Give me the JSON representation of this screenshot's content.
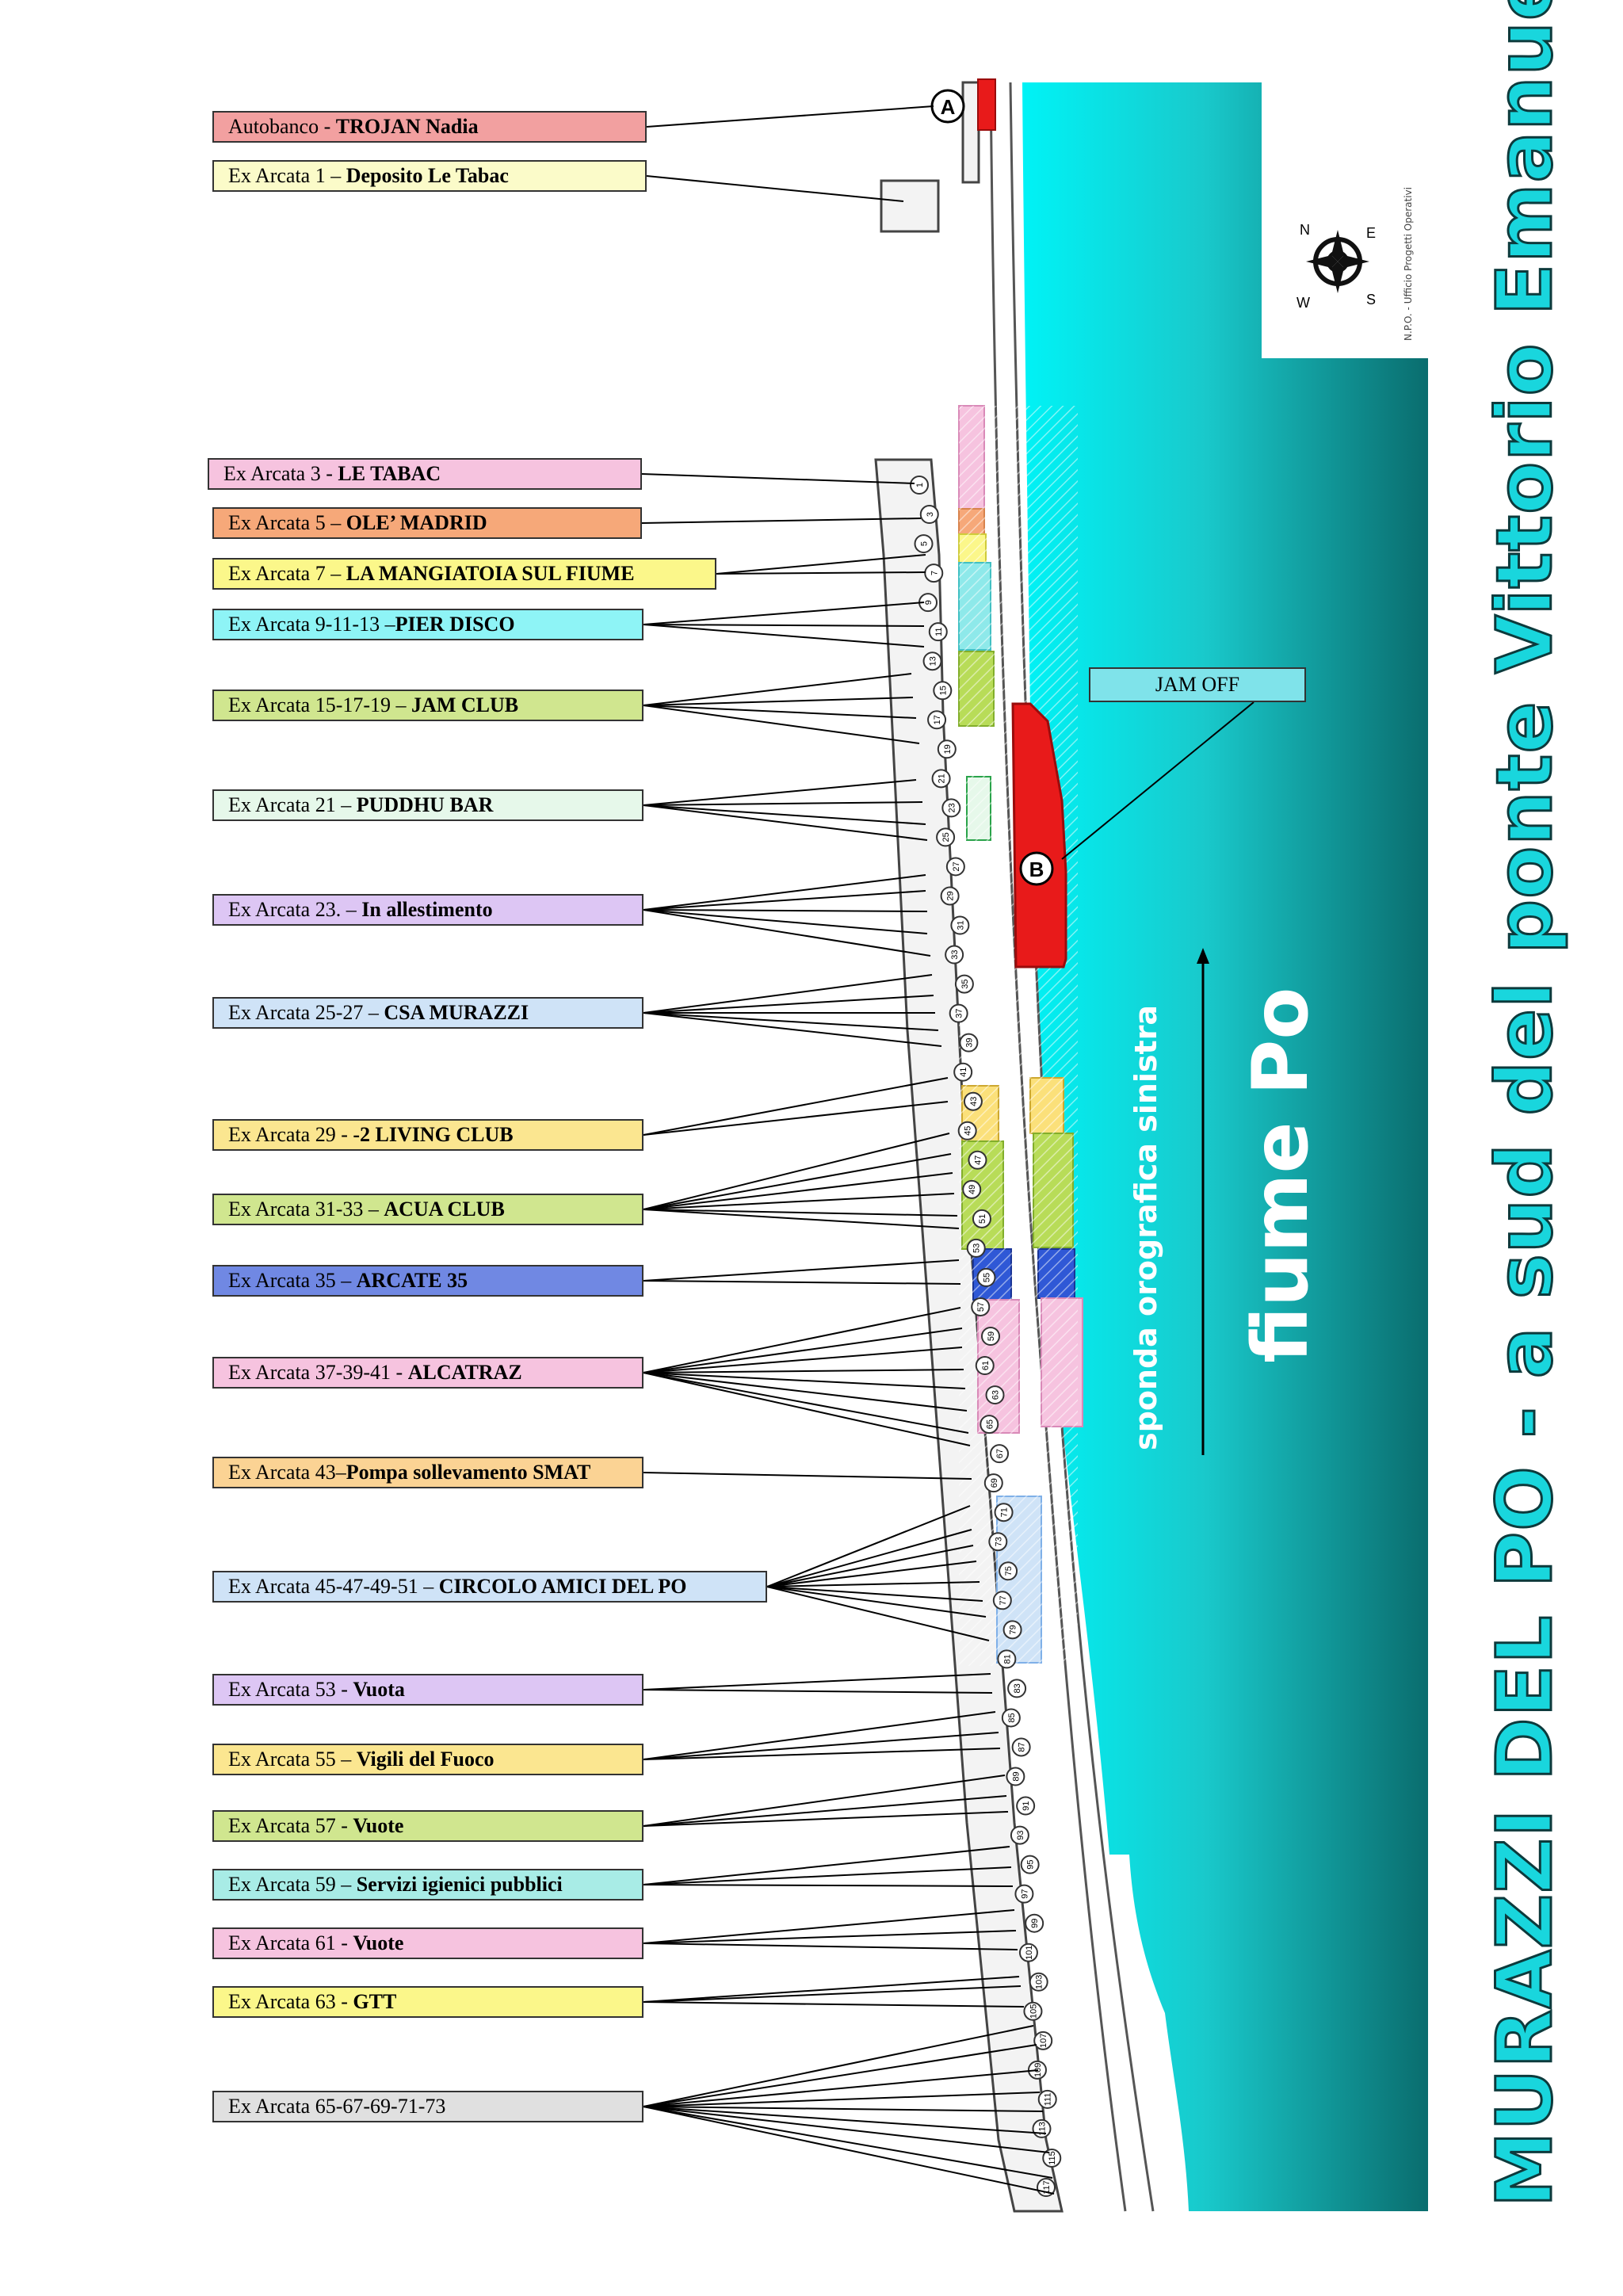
{
  "title": "MURAZZI DEL PO -  a sud del ponte Vittorio Emanuele I°",
  "river": {
    "name": "fiume Po",
    "bank": "sponda orografica sinistra"
  },
  "office": "N.P.O. - Ufficio Progetti Operativi",
  "compass": [
    "N",
    "E",
    "S",
    "W"
  ],
  "markers": {
    "a": "A",
    "b": "B"
  },
  "jam_off": "JAM OFF",
  "colors": {
    "water": "#00f2f5",
    "water_dark": "#0b6e6f",
    "pink": "#f6c3df",
    "salmon": "#f6a879",
    "yellow": "#fbf78a",
    "cyan": "#8ef4f6",
    "lime": "#d0e68f",
    "mint": "#e6f8ea",
    "lavender": "#ddc6f4",
    "lightblue": "#cfe3f7",
    "gold": "#fbe690",
    "blue": "#7088e3",
    "peach": "#fbd394",
    "grey": "#e0e0e0",
    "red": "#e81a1a",
    "cream": "#fbfbc9"
  },
  "labels": [
    {
      "prefix": "Autobanco - ",
      "bold": "TROJAN Nadia",
      "color": "#f2a0a0"
    },
    {
      "prefix": "Ex Arcata 1 – ",
      "bold": "Deposito Le Tabac",
      "color": "#fbfbc9"
    },
    {
      "prefix": "Ex Arcata 3 - ",
      "bold": "LE TABAC",
      "color": "#f6c3df"
    },
    {
      "prefix": "Ex Arcata 5 – ",
      "bold": "OLE’ MADRID",
      "color": "#f6a879"
    },
    {
      "prefix": "Ex Arcata 7 – ",
      "bold": "LA MANGIATOIA SUL FIUME",
      "color": "#fbf78a"
    },
    {
      "prefix": "Ex Arcata 9-11-13 –",
      "bold": "PIER DISCO",
      "color": "#8ef4f6"
    },
    {
      "prefix": "Ex Arcata 15-17-19 – ",
      "bold": "JAM CLUB",
      "color": "#d0e68f"
    },
    {
      "prefix": "Ex Arcata 21 – ",
      "bold": "PUDDHU BAR",
      "color": "#e6f8ea"
    },
    {
      "prefix": "Ex Arcata 23. – ",
      "bold": "In allestimento",
      "color": "#ddc6f4"
    },
    {
      "prefix": "Ex Arcata 25-27 – ",
      "bold": "CSA MURAZZI",
      "color": "#cfe3f7"
    },
    {
      "prefix": "Ex Arcata 29 - ",
      "bold": "-2 LIVING CLUB",
      "color": "#fbe690"
    },
    {
      "prefix": "Ex Arcata 31-33 – ",
      "bold": "ACUA CLUB",
      "color": "#d0e68f"
    },
    {
      "prefix": "Ex Arcata 35 – ",
      "bold": "ARCATE 35",
      "color": "#7088e3"
    },
    {
      "prefix": "Ex Arcata 37-39-41 - ",
      "bold": "ALCATRAZ",
      "color": "#f6c3df"
    },
    {
      "prefix": "Ex Arcata 43–",
      "bold": "Pompa sollevamento SMAT",
      "color": "#fbd394"
    },
    {
      "prefix": "Ex Arcata 45-47-49-51 – ",
      "bold": "CIRCOLO AMICI DEL PO",
      "color": "#cfe3f7"
    },
    {
      "prefix": "Ex Arcata 53 - ",
      "bold": "Vuota",
      "color": "#ddc6f4"
    },
    {
      "prefix": "Ex Arcata 55 – ",
      "bold": "Vigili del Fuoco",
      "color": "#fbe690"
    },
    {
      "prefix": "Ex Arcata 57 - ",
      "bold": "Vuote",
      "color": "#d0e68f"
    },
    {
      "prefix": "Ex Arcata 59 – ",
      "bold": "Servizi igienici pubblici",
      "color": "#a8ece6"
    },
    {
      "prefix": "Ex Arcata 61 - ",
      "bold": "Vuote",
      "color": "#f6c3df"
    },
    {
      "prefix": "Ex Arcata 63 - ",
      "bold": "GTT",
      "color": "#fbf78a"
    },
    {
      "prefix": "Ex Arcata 65-67-69-71-73",
      "bold": "",
      "color": "#e0e0e0"
    }
  ],
  "arch_numbers": [
    "1",
    "3",
    "5",
    "7",
    "9",
    "11",
    "13",
    "15",
    "17",
    "19",
    "21",
    "23",
    "25",
    "27",
    "29",
    "31",
    "33",
    "35",
    "37",
    "39",
    "41",
    "43",
    "45",
    "47",
    "49",
    "51",
    "53",
    "55",
    "57",
    "59",
    "61",
    "63",
    "65",
    "67",
    "69",
    "71",
    "73",
    "75",
    "77",
    "79",
    "81",
    "83",
    "85",
    "87",
    "89",
    "91",
    "93",
    "95",
    "97",
    "99",
    "101",
    "103",
    "105",
    "107",
    "109",
    "111",
    "113",
    "115",
    "117"
  ]
}
